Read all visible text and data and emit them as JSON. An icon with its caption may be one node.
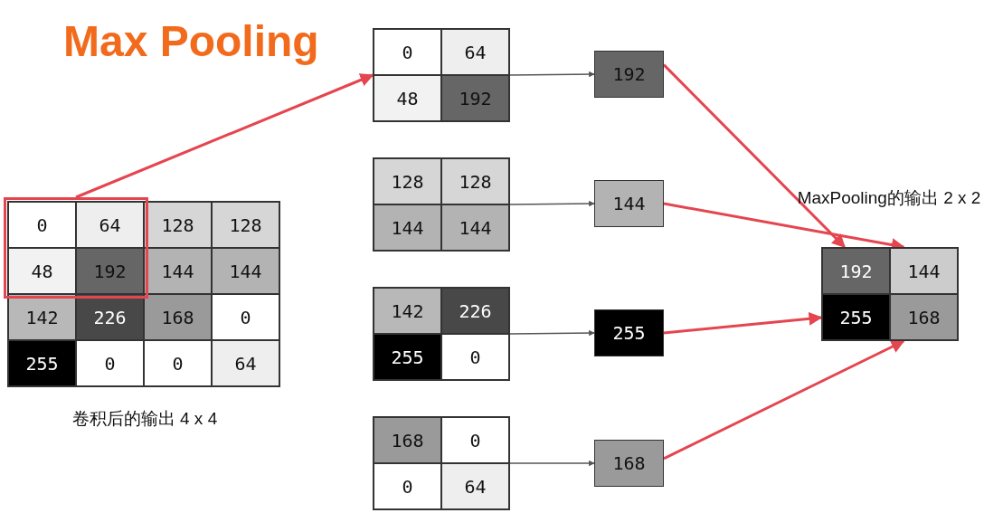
{
  "diagram": {
    "title": "Max Pooling",
    "nodes": [
      {
        "text": [
          "128",
          "128",
          "144",
          "144",
          "142",
          "226",
          "168",
          "0",
          "255",
          "0",
          "0",
          "64"
        ],
        "beside": [
          "卷积后的输出 4 x 4"
        ]
      },
      {
        "text": [
          "0",
          "64",
          "48",
          "192"
        ],
        "in": 0
      },
      {
        "text": [
          "0",
          "64",
          "48",
          "192"
        ]
      },
      {
        "text": [
          "128",
          "128",
          "144",
          "144"
        ]
      },
      {
        "text": [
          "142",
          "226",
          "255",
          "0"
        ]
      },
      {
        "text": [
          "168",
          "0",
          "0",
          "64"
        ]
      },
      {
        "text": [
          "192"
        ]
      },
      {
        "text": [
          "144"
        ]
      },
      {
        "text": [
          "255"
        ]
      },
      {
        "text": [
          "168"
        ]
      },
      {
        "text": [
          "192",
          "144",
          "255",
          "168"
        ],
        "beside": [
          "MaxPooling的输出 2 x 2"
        ]
      }
    ],
    "edges": [
      {
        "from": 1,
        "to": 2,
        "arrow": "to"
      },
      {
        "from": 2,
        "to": 6,
        "arrow": "to",
        "color": "#555555"
      },
      {
        "from": 3,
        "to": 7,
        "arrow": "to",
        "color": "#555555"
      },
      {
        "from": 4,
        "to": 8,
        "arrow": "to",
        "color": "#555555"
      },
      {
        "from": 5,
        "to": 9,
        "arrow": "to",
        "color": "#555555"
      },
      {
        "from": 6,
        "to": 10,
        "arrow": "to"
      },
      {
        "from": 7,
        "to": 10,
        "arrow": "to"
      },
      {
        "from": 8,
        "to": 10,
        "arrow": "to"
      },
      {
        "from": 9,
        "to": 10,
        "arrow": "to"
      }
    ]
  }
}
